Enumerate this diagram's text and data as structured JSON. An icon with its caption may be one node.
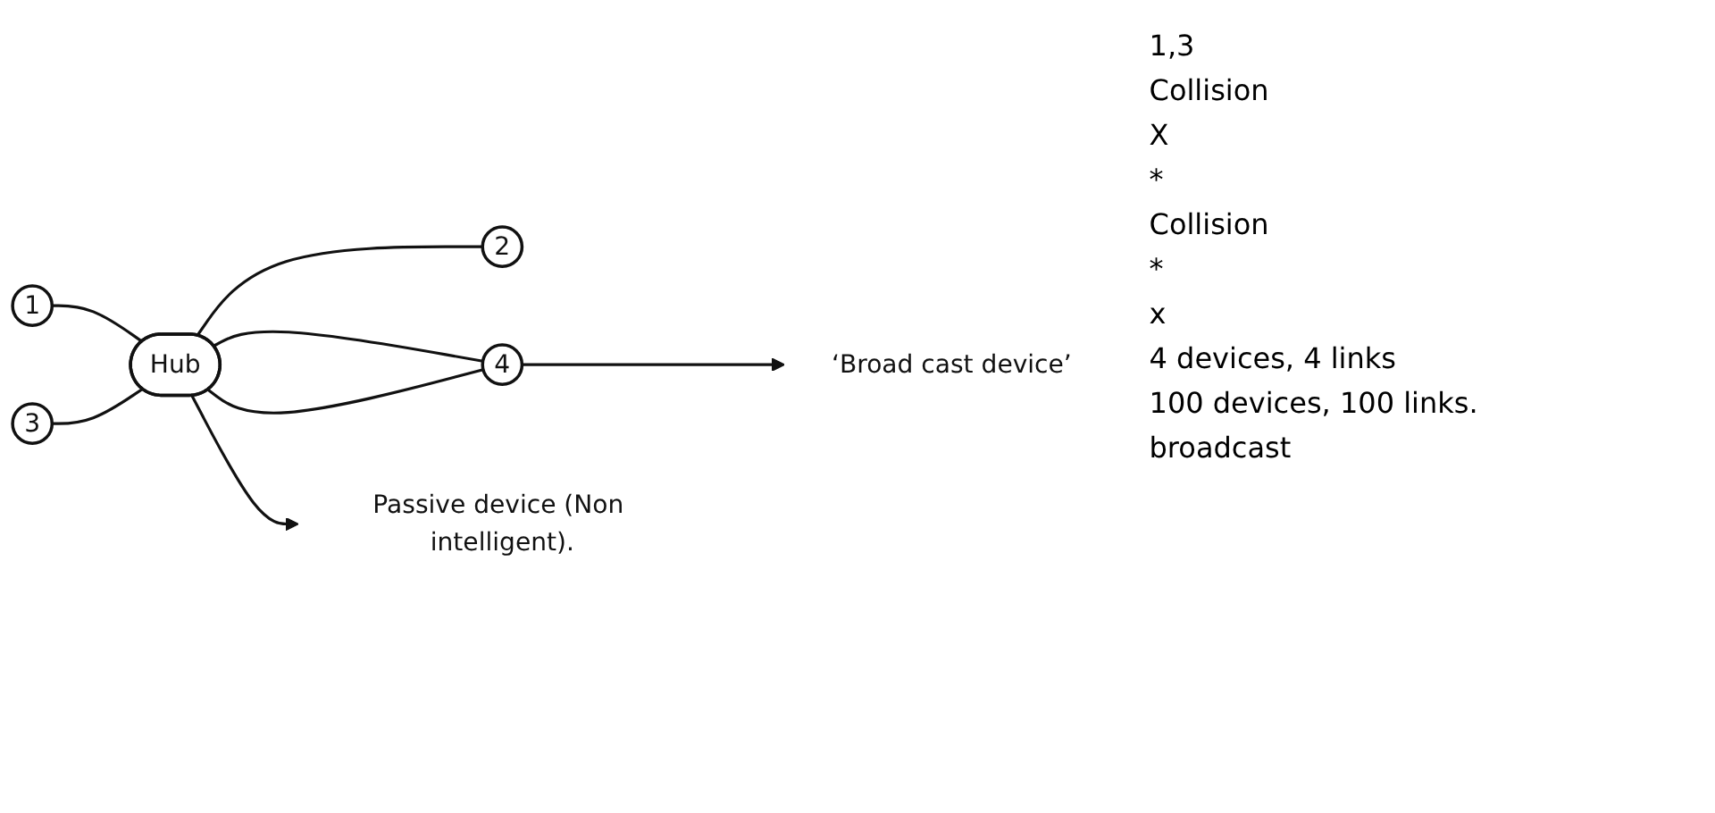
{
  "diagram": {
    "nodes": [
      {
        "text": [
          "1"
        ]
      },
      {
        "text": [
          "3"
        ]
      },
      {
        "text": [
          "Hub"
        ]
      },
      {
        "text": [
          "2"
        ]
      },
      {
        "text": [
          "4"
        ]
      },
      {
        "text": [
          "Passive device (Non intelligent)."
        ]
      },
      {
        "text": [
          "‘Broad cast device’"
        ]
      }
    ],
    "edges": [
      {
        "from": 0,
        "to": 2,
        "arrow": "none"
      },
      {
        "from": 1,
        "to": 2,
        "arrow": "none"
      },
      {
        "from": 2,
        "to": 3,
        "arrow": "none"
      },
      {
        "from": 2,
        "to": 4,
        "arrow": "none"
      },
      {
        "from": 2,
        "to": 4,
        "arrow": "none"
      },
      {
        "from": 2,
        "to": 5,
        "arrow": "to"
      },
      {
        "from": 4,
        "to": 6,
        "arrow": "to"
      }
    ],
    "labels": [
      "1,3",
      "Collision",
      "X",
      "*",
      "Collision",
      "*",
      "x",
      "4 devices, 4 links",
      "100 devices, 100 links.",
      "broadcast"
    ]
  }
}
